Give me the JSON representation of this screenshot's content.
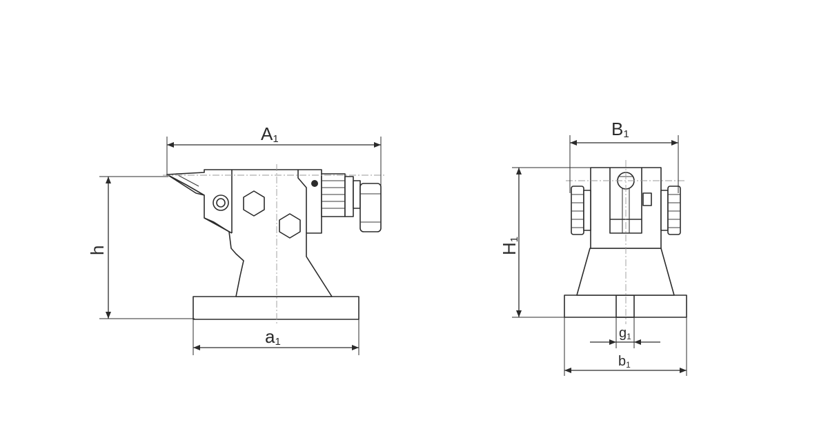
{
  "dimensions": {
    "A": {
      "letter": "A",
      "sub": "1"
    },
    "a": {
      "letter": "a",
      "sub": "1"
    },
    "h": {
      "letter": "h"
    },
    "B": {
      "letter": "B",
      "sub": "1"
    },
    "H": {
      "letter": "H",
      "sub": "1"
    },
    "g": {
      "letter": "g",
      "sub": "1"
    },
    "b": {
      "letter": "b",
      "sub": "1"
    }
  }
}
